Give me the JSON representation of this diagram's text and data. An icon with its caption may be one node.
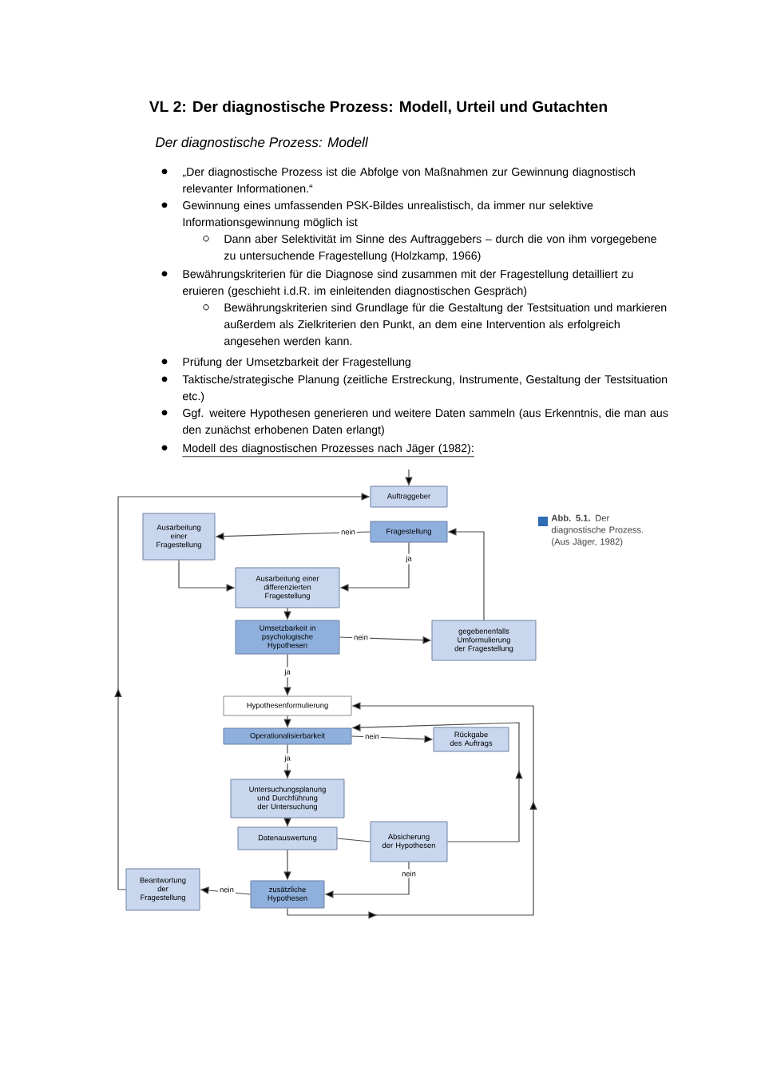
{
  "diagram": {
    "title": "VL 2: Der diagnostische Prozess: Modell, Urteil und Gutachten",
    "caption": "**Abb. 5.1.** Der diagnostische Prozess. (Aus Jäger, 1982)",
    "labels": [
      "Der diagnostische Prozess: Modell",
      "„Der diagnostische Prozess ist die Abfolge von Maßnahmen zur Gewinnung diagnostisch relevanter Informationen.“",
      "Gewinnung eines umfassenden PSK-Bildes unrealistisch, da immer nur selektive Informationsgewinnung möglich ist",
      "Dann aber Selektivität im Sinne des Auftraggebers – durch die von ihm vorgegebene zu untersuchende Fragestellung (Holzkamp, 1966)",
      "Bewährungskriterien für die Diagnose sind zusammen mit der Fragestellung detailliert zu eruieren (geschieht i.d.R. im einleitenden diagnostischen Gespräch)",
      "Bewährungskriterien sind Grundlage für die Gestaltung der Testsituation und markieren außerdem als Zielkriterien den Punkt, an dem eine Intervention als erfolgreich angesehen werden kann.",
      "Prüfung der Umsetzbarkeit der Fragestellung",
      "Taktische/strategische Planung (zeitliche Erstreckung, Instrumente, Gestaltung der Testsituation etc.)",
      "Ggf. weitere Hypothesen generieren und weitere Daten sammeln (aus Erkenntnis, die man aus den zunächst erhobenen Daten erlangt)",
      "Modell des diagnostischen Prozesses nach Jäger (1982):"
    ],
    "nodes": [
      {
        "text": [
          "Auftraggeber"
        ]
      },
      {
        "text": [
          "Fragestellung"
        ]
      },
      {
        "text": [
          "Ausarbeitung einer Fragestellung"
        ]
      },
      {
        "text": [
          "Ausarbeitung einer differenzierten Fragestellung"
        ]
      },
      {
        "text": [
          "Umsetzbarkeit in psychologische Hypothesen"
        ]
      },
      {
        "text": [
          "gegebenenfalls Umformulierung der Fragestellung"
        ]
      },
      {
        "text": [
          "Hypothesenformulierung"
        ]
      },
      {
        "text": [
          "Operationalisierbarkeit"
        ]
      },
      {
        "text": [
          "Rückgabe des Auftrags"
        ]
      },
      {
        "text": [
          "Untersuchungsplanung und Durchführung der Untersuchung"
        ]
      },
      {
        "text": [
          "Datenauswertung"
        ]
      },
      {
        "text": [
          "Absicherung der Hypothesen"
        ]
      },
      {
        "text": [
          "zusätzliche Hypothesen"
        ]
      },
      {
        "text": [
          "Beantwortung der Fragestellung"
        ]
      }
    ],
    "edges": [
      {
        "from": null,
        "to": 0,
        "arrow": "to"
      },
      {
        "from": 1,
        "to": 2,
        "arrow": "to",
        "label": "nein"
      },
      {
        "from": 1,
        "to": 3,
        "arrow": "to",
        "label": "ja"
      },
      {
        "from": 2,
        "to": 3,
        "arrow": "to"
      },
      {
        "from": 3,
        "to": 4,
        "arrow": "to"
      },
      {
        "from": 4,
        "to": 5,
        "arrow": "to",
        "label": "nein"
      },
      {
        "from": 5,
        "to": 1,
        "arrow": "to"
      },
      {
        "from": 4,
        "to": 6,
        "arrow": "to",
        "label": "ja"
      },
      {
        "from": 6,
        "to": 7,
        "arrow": "to"
      },
      {
        "from": 7,
        "to": 8,
        "arrow": "to",
        "label": "nein"
      },
      {
        "from": 7,
        "to": 9,
        "arrow": "to",
        "label": "ja"
      },
      {
        "from": 9,
        "to": 10,
        "arrow": "to"
      },
      {
        "from": 10,
        "to": 11,
        "arrow": "none"
      },
      {
        "from": 11,
        "to": 7,
        "arrow": "to"
      },
      {
        "from": 11,
        "to": 12,
        "arrow": "to",
        "label": "nein"
      },
      {
        "from": 10,
        "to": 12,
        "arrow": "to"
      },
      {
        "from": 12,
        "to": 13,
        "arrow": "to",
        "label": "nein"
      },
      {
        "from": 13,
        "to": 0,
        "arrow": "to"
      },
      {
        "from": 12,
        "to": 6,
        "arrow": "to"
      }
    ]
  }
}
